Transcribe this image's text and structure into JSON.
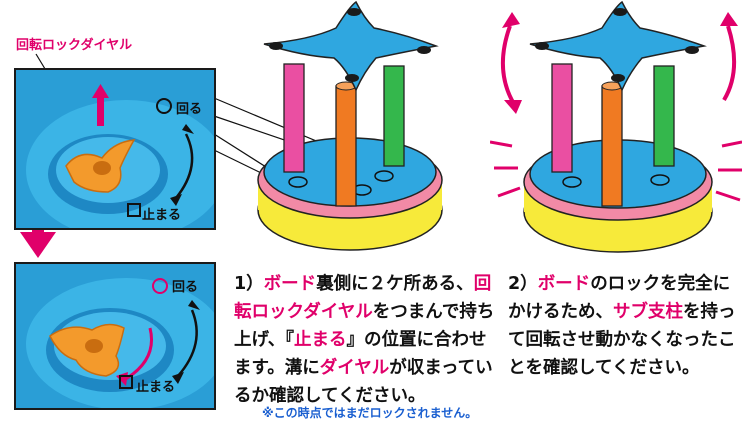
{
  "callout_label": "回転ロックダイヤル",
  "photo_top": {
    "rotate_label": "回る",
    "stop_label": "止まる"
  },
  "photo_bottom": {
    "rotate_label": "回る",
    "stop_label": "止まる"
  },
  "step1": {
    "num": "1）",
    "segments": [
      "ボード",
      "裏側に２ケ所ある、",
      "回転ロックダイヤル",
      "をつまんで持ち上げ、『",
      "止まる",
      "』の位置に合わせます。溝に",
      "ダイヤル",
      "が収まっているか確認してください。"
    ],
    "note": "※この時点ではまだロックされません。"
  },
  "step2": {
    "num": "2）",
    "segments": [
      "ボード",
      "のロックを完全にかけるため、",
      "サブ支柱",
      "を持って回転させ動かなくなったことを確認してください。"
    ]
  },
  "colors": {
    "magenta": "#e0006a",
    "blue": "#1a5fd0",
    "photo_bg": "#2a9ed6"
  }
}
